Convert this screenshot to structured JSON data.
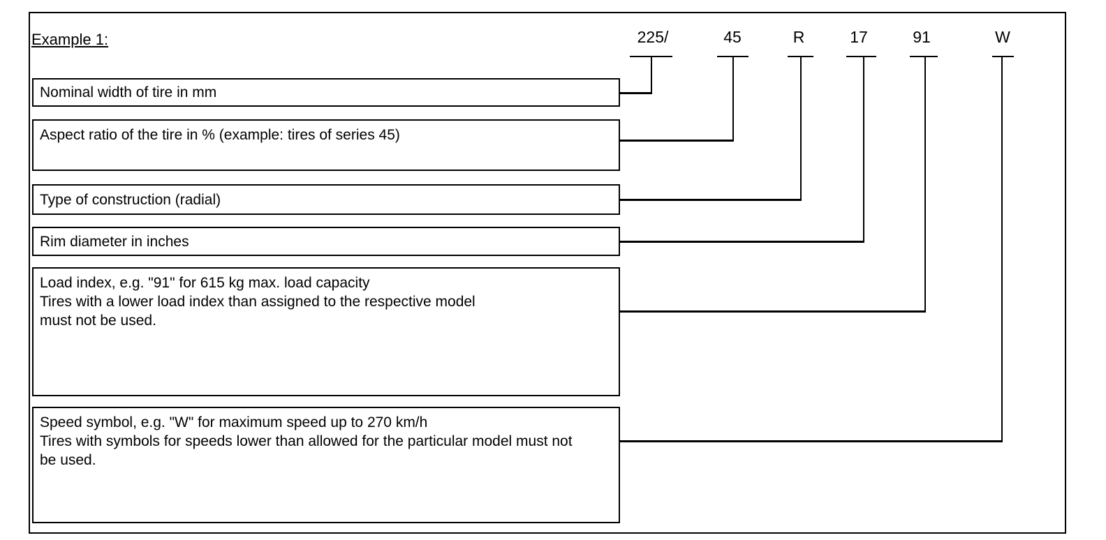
{
  "title": "Example 1:",
  "colors": {
    "ink": "#000000",
    "background": "#ffffff"
  },
  "segments": [
    {
      "code": "225/",
      "lines": [
        "Nominal width of tire in mm"
      ]
    },
    {
      "code": "45",
      "lines": [
        "Aspect ratio of the tire in % (example: tires of series 45)"
      ]
    },
    {
      "code": "R",
      "lines": [
        "Type of construction (radial)"
      ]
    },
    {
      "code": "17",
      "lines": [
        "Rim diameter in inches"
      ]
    },
    {
      "code": "91",
      "lines": [
        "Load index, e.g. \"91\" for 615 kg max. load capacity",
        "Tires with a lower load index than assigned to the respective model",
        "must not be used."
      ]
    },
    {
      "code": "W",
      "lines": [
        "Speed symbol, e.g. \"W\" for maximum speed up to 270 km/h",
        "Tires with symbols for speeds lower than allowed for the particular model must not",
        "be used."
      ]
    }
  ]
}
